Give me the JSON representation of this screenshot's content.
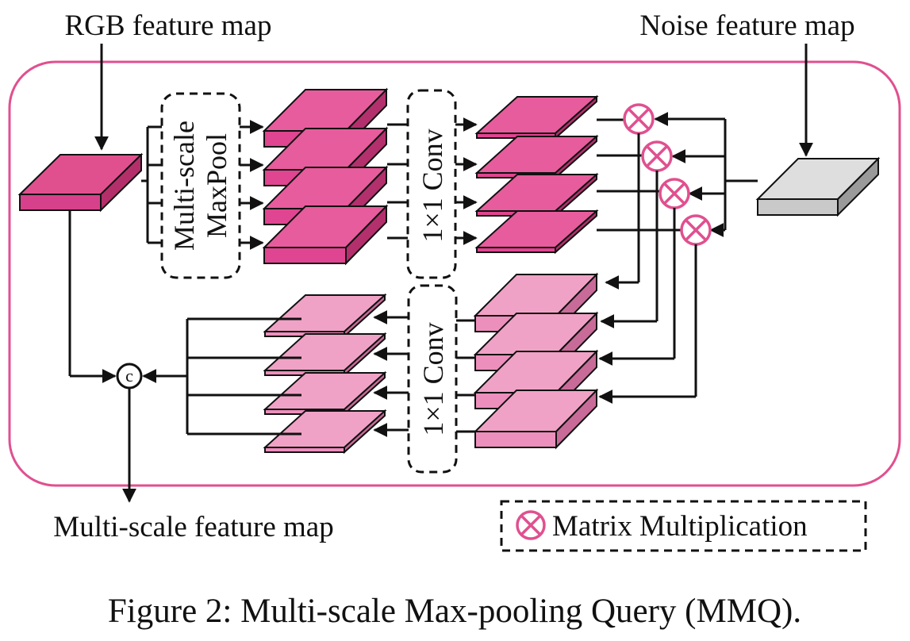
{
  "labels": {
    "rgb_input": "RGB feature map",
    "noise_input": "Noise feature map",
    "output": "Multi-scale feature map",
    "maxpool_line1": "Multi-scale",
    "maxpool_line2": "MaxPool",
    "conv_top": "1×1 Conv",
    "conv_bottom": "1×1 Conv",
    "concat_symbol": "c",
    "legend_label": "Matrix Multiplication",
    "caption": "Figure 2: Multi-scale Max-pooling Query (MMQ)."
  },
  "colors": {
    "frame": "#e0508f",
    "rgb_block_top": "#e0508f",
    "rgb_block_side": "#b42f6a",
    "pool_block_top": "#e75c9c",
    "pool_block_front": "#df4590",
    "pool_block_side": "#b3306d",
    "noise_block_top": "#dedede",
    "noise_block_front": "#c9c9c9",
    "noise_block_side": "#9a9a9a",
    "light_block_top": "#f0a2c6",
    "light_block_front": "#ec8fbc",
    "light_block_side": "#c86b98",
    "multiply_symbol": "#e0508f",
    "line": "#111111"
  },
  "icons": {
    "multiply": "circled-times-icon",
    "concat": "circled-c-icon"
  }
}
